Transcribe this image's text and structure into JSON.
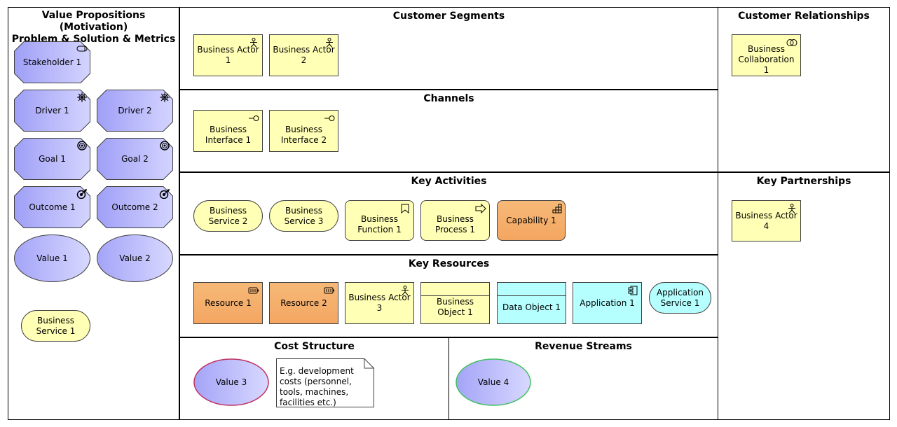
{
  "groups": {
    "value_propositions": "Value Propositions (Motivation)",
    "value_propositions_sub": "Problem & Solution & Metrics",
    "customer_segments": "Customer Segments",
    "customer_relationships": "Customer Relationships",
    "channels": "Channels",
    "key_activities": "Key Activities",
    "key_partnerships": "Key Partnerships",
    "key_resources": "Key Resources",
    "cost_structure": "Cost Structure",
    "revenue_streams": "Revenue Streams"
  },
  "motivation": {
    "stakeholder_1": "Stakeholder 1",
    "driver_1": "Driver 1",
    "driver_2": "Driver 2",
    "goal_1": "Goal 1",
    "goal_2": "Goal 2",
    "outcome_1": "Outcome 1",
    "outcome_2": "Outcome 2",
    "value_1": "Value 1",
    "value_2": "Value 2",
    "business_service_1": "Business Service 1"
  },
  "segments": {
    "actor_1": "Business Actor 1",
    "actor_2": "Business Actor 2"
  },
  "relationships": {
    "collaboration_1": "Business Collaboration 1"
  },
  "channels": {
    "interface_1": "Business Interface 1",
    "interface_2": "Business Interface 2"
  },
  "activities": {
    "service_2": "Business Service 2",
    "service_3": "Business Service 3",
    "function_1": "Business Function 1",
    "process_1": "Business Process 1",
    "capability_1": "Capability 1"
  },
  "partnerships": {
    "actor_4": "Business Actor 4"
  },
  "resources": {
    "resource_1": "Resource 1",
    "resource_2": "Resource 2",
    "actor_3": "Business Actor 3",
    "object_1": "Business Object 1",
    "data_object_1": "Data Object 1",
    "application_1": "Application 1",
    "app_service_1": "Application Service 1"
  },
  "cost": {
    "value_3": "Value 3",
    "note": "E.g. development costs (personnel, tools, machines, facilities etc.)"
  },
  "revenue": {
    "value_4": "Value 4"
  },
  "colors": {
    "motivation_fill": "#b9b9ff",
    "business_fill": "#ffffb5",
    "resource_fill": "#f5b06f",
    "application_fill": "#b5ffff",
    "value3_border": "#c03060",
    "value4_border": "#40c060"
  }
}
